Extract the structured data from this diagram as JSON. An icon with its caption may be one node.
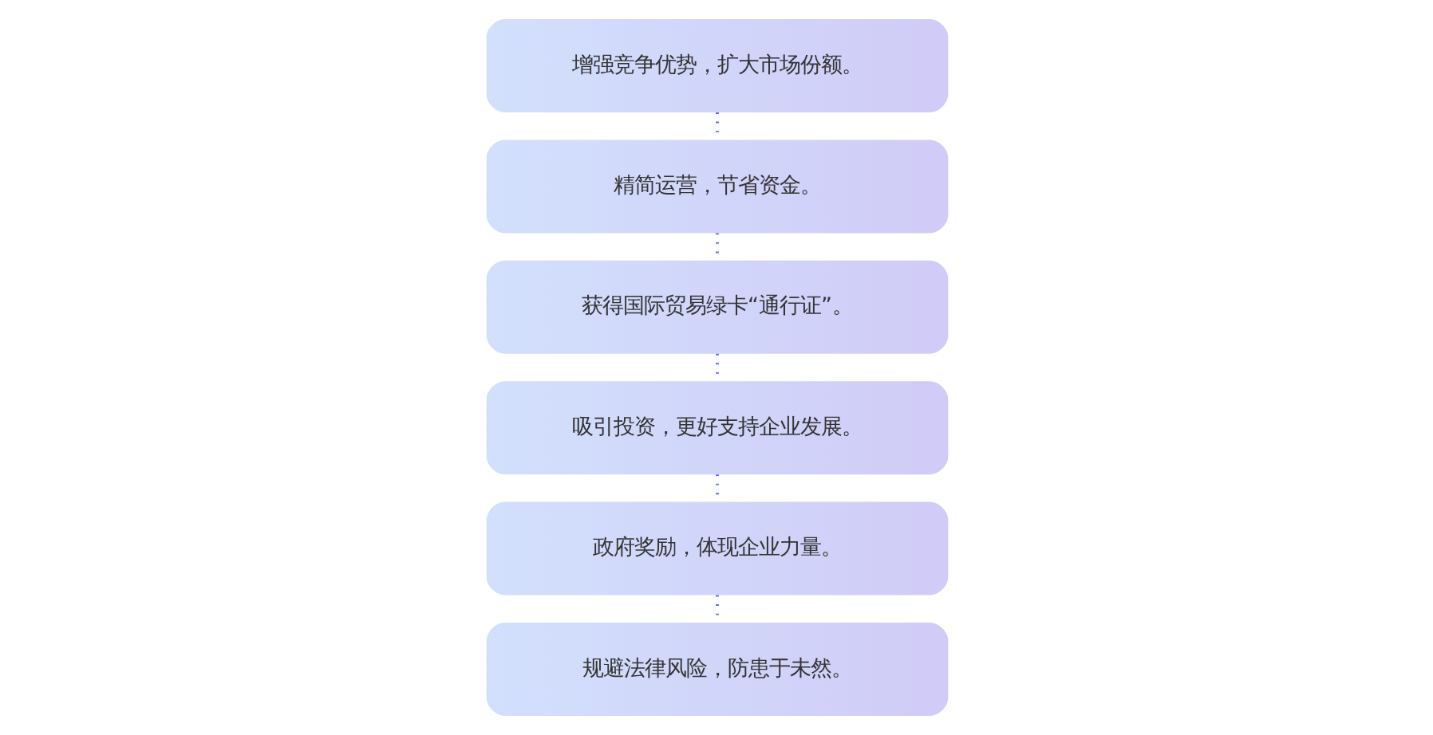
{
  "diagram": {
    "nodes": [
      {
        "text": [
          "增强竞争优势，扩大市场份额。"
        ]
      },
      {
        "text": [
          "精简运营，节省资金。"
        ]
      },
      {
        "text": [
          "获得国际贸易绿卡“通行证”。"
        ]
      },
      {
        "text": [
          "吸引投资，更好支持企业发展。"
        ]
      },
      {
        "text": [
          "政府奖励，体现企业力量。"
        ]
      },
      {
        "text": [
          "规避法律风险，防患于未然。"
        ]
      }
    ],
    "edges": [
      {
        "from": 0,
        "to": 1,
        "arrow": "none",
        "style": "dashed"
      },
      {
        "from": 1,
        "to": 2,
        "arrow": "none",
        "style": "dashed"
      },
      {
        "from": 2,
        "to": 3,
        "arrow": "none",
        "style": "dashed"
      },
      {
        "from": 3,
        "to": 4,
        "arrow": "none",
        "style": "dashed"
      },
      {
        "from": 4,
        "to": 5,
        "arrow": "none",
        "style": "dashed"
      }
    ]
  }
}
